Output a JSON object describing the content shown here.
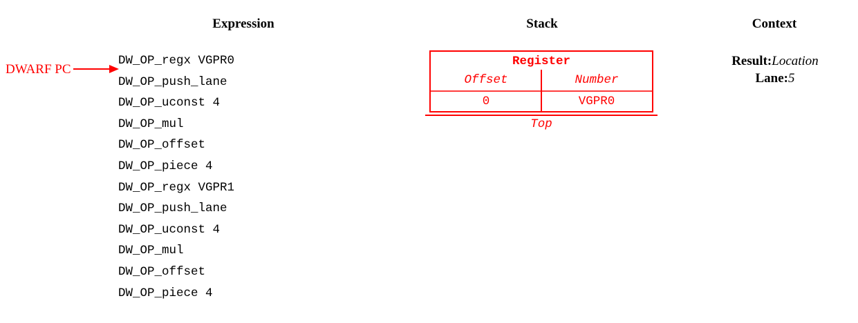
{
  "columns": {
    "expression_header": "Expression",
    "stack_header": "Stack",
    "context_header": "Context"
  },
  "pointer": {
    "label": "DWARF PC",
    "arrow_icon": "right-arrow-icon",
    "color": "#ff0000"
  },
  "expression": {
    "lines": [
      "DW_OP_regx VGPR0",
      "DW_OP_push_lane",
      "DW_OP_uconst 4",
      "DW_OP_mul",
      "DW_OP_offset",
      "DW_OP_piece 4",
      "DW_OP_regx VGPR1",
      "DW_OP_push_lane",
      "DW_OP_uconst 4",
      "DW_OP_mul",
      "DW_OP_offset",
      "DW_OP_piece 4"
    ]
  },
  "stack": {
    "title": "Register",
    "column_headers": [
      "Offset",
      "Number"
    ],
    "rows": [
      [
        "0",
        "VGPR0"
      ]
    ],
    "top_label": "Top",
    "color": "#ff0000"
  },
  "context": {
    "entries": [
      {
        "key": "Result:",
        "value": "Location"
      },
      {
        "key": "Lane:",
        "value": "5"
      }
    ]
  }
}
